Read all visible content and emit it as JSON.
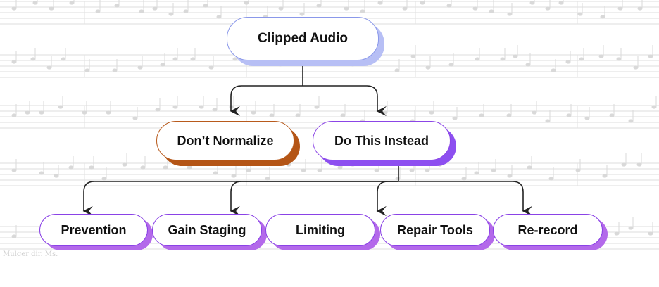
{
  "diagram": {
    "root": {
      "label": "Clipped Audio"
    },
    "branches": [
      {
        "label": "Don’t Normalize",
        "color": "#b45516"
      },
      {
        "label": "Do This Instead",
        "color": "#8d4ff0"
      }
    ],
    "leaves": [
      {
        "label": "Prevention"
      },
      {
        "label": "Gain Staging"
      },
      {
        "label": "Limiting"
      },
      {
        "label": "Repair Tools"
      },
      {
        "label": "Re-record"
      }
    ],
    "colors": {
      "root_accent": "#b7bff5",
      "leaf_accent": "#b369ea",
      "connector": "#222222",
      "background_score": "#d9d9d9"
    }
  },
  "background": {
    "style": "faded sheet music",
    "score_inscription": "Mulger dir. Ms."
  }
}
